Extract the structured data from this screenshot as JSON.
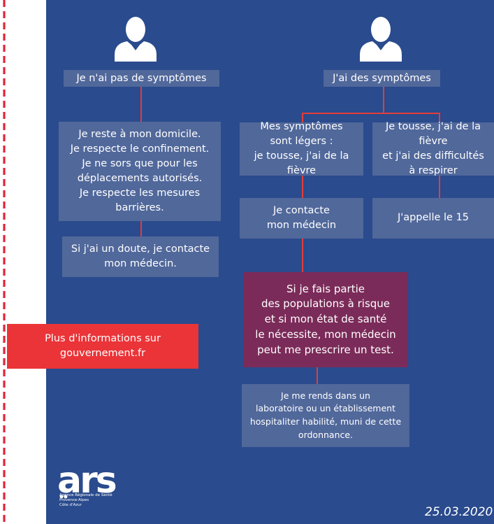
{
  "left_column": {
    "header": "Je n'ai pas de symptômes",
    "box1": "Je reste à mon domicile.\nJe respecte le confinement.\nJe ne sors que pour les\ndéplacements autorisés.\nJe respecte les mesures\nbarrières.",
    "box2": "Si j'ai un doute, je contacte\nmon médecin."
  },
  "right_column": {
    "header": "J'ai des symptômes",
    "mild": "Mes symptômes\nsont légers :\nje tousse, j'ai de la fièvre",
    "severe": "Je tousse, j'ai de la fièvre\net j'ai des difficultés\nà respirer",
    "contact_doctor": "Je contacte\nmon médecin",
    "call_15": "J'appelle le 15",
    "risk": "Si je fais partie\ndes populations à risque\net si mon état de santé\nle nécessite, mon médecin\npeut me prescrire un test.",
    "lab": "Je me rends dans un\nlaboratoire ou un établissement\nhospitaliter habilité, muni de cette\nordonnance."
  },
  "info_link": "Plus d'informations sur\ngouvernement.fr",
  "logo": {
    "text": "ars",
    "tagline": "Agence Régionale de Santé\nProvence-Alpes\nCôte d'Azur"
  },
  "date": "25.03.2020",
  "colors": {
    "panel": "#2a4b8d",
    "box": "#51689b",
    "connector": "#e23e3b",
    "highlight": "#7b2b59",
    "cta": "#ea3438",
    "dash": "#e0263a"
  },
  "icons": [
    "person-icon",
    "person-icon"
  ]
}
